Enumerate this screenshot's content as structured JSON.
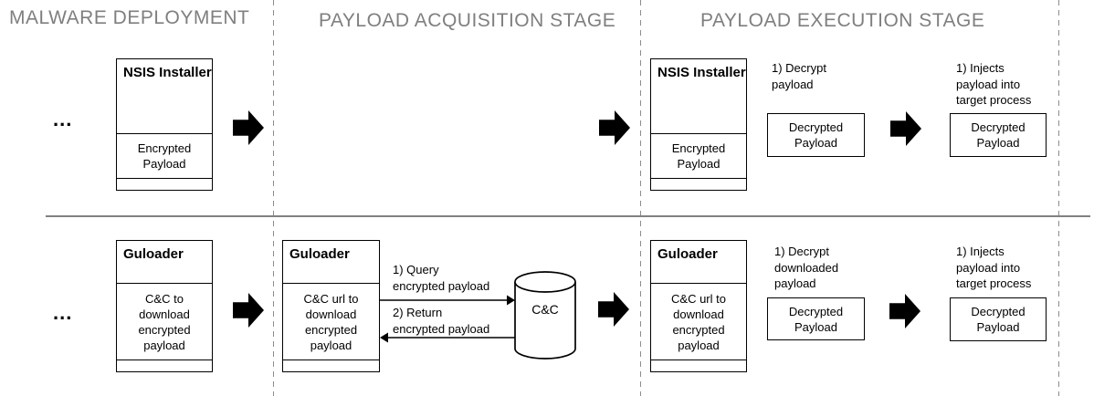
{
  "stage_headers": [
    {
      "label": "MALWARE DEPLOYMENT"
    },
    {
      "label": "PAYLOAD ACQUISITION STAGE"
    },
    {
      "label": "PAYLOAD EXECUTION STAGE"
    }
  ],
  "nsis_row": {
    "ellipsis": "...",
    "deployment_box": {
      "title": "NSIS Installer",
      "payload_section": "Encrypted\nPayload"
    },
    "execution_box": {
      "title": "NSIS Installer",
      "payload_section": "Encrypted\nPayload"
    },
    "decrypt_note": "1) Decrypt\npayload",
    "decrypted_payload_1": "Decrypted\nPayload",
    "inject_note": "1) Injects\npayload into\ntarget process",
    "decrypted_payload_2": "Decrypted\nPayload"
  },
  "guloader_row": {
    "ellipsis": "...",
    "deployment_box": {
      "title": "Guloader",
      "payload_section": "C&C to\ndownload\nencrypted\npayload"
    },
    "acquisition_box": {
      "title": "Guloader",
      "payload_section": "C&C url to\ndownload\nencrypted\npayload"
    },
    "query_arrow_label": "1) Query\nencrypted payload",
    "return_arrow_label": "2) Return\nencrypted payload",
    "cnc_server_label": "C&C",
    "execution_box": {
      "title": "Guloader",
      "payload_section": "C&C url to\ndownload\nencrypted\npayload"
    },
    "decrypt_note": "1) Decrypt\ndownloaded\npayload",
    "decrypted_payload_1": "Decrypted\nPayload",
    "inject_note": "1) Injects\npayload into\ntarget process",
    "decrypted_payload_2": "Decrypted\nPayload"
  },
  "colors": {
    "header_text": "#7f7f7f",
    "divider_gray": "#8c8c8c",
    "box_border": "#000000",
    "arrow_fill": "#000000",
    "background": "#ffffff"
  }
}
